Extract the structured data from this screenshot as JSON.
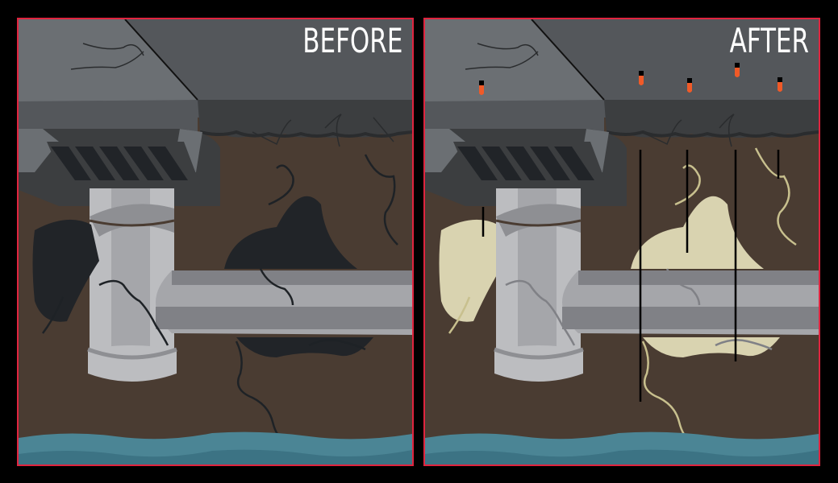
{
  "image": {
    "type": "before-after-illustration",
    "subject": "slab with storm drain, cracked soil and voids under concrete; after view shows injected foam filling voids"
  },
  "panels": [
    {
      "id": "before",
      "label": "BEFORE",
      "voids_color": "#212428",
      "cracks_color": "#1e2226",
      "injection_ports": 0
    },
    {
      "id": "after",
      "label": "AFTER",
      "voids_color": "#d9d3b0",
      "cracks_color": "#c8c08e",
      "injection_ports": 5
    }
  ],
  "colors": {
    "background": "#000000",
    "frame": "#e0243f",
    "soil": "#4a3c32",
    "slab_top": "#6b6f73",
    "slab_far": "#54575b",
    "slab_edge": "#3c3e40",
    "grate": "#212428",
    "pipe_light": "#bcbdc0",
    "pipe_mid": "#a5a6aa",
    "pipe_dark": "#808186",
    "water": "#4b8595",
    "water_dark": "#3c7384",
    "port_orange": "#f05a28"
  }
}
